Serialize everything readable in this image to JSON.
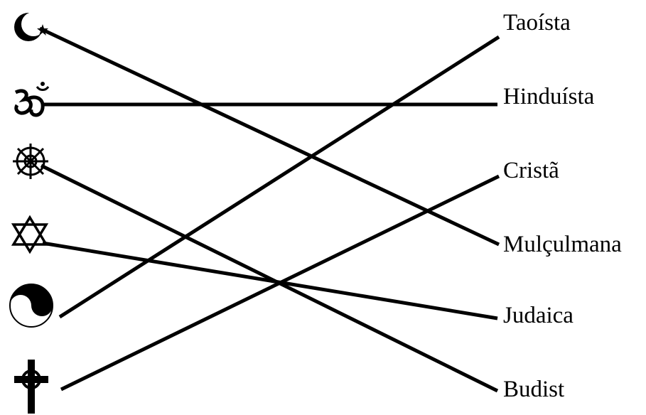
{
  "symbols": [
    {
      "id": "islam",
      "icon": "crescent-star-icon"
    },
    {
      "id": "hindu",
      "icon": "om-icon"
    },
    {
      "id": "buddhist",
      "icon": "dharma-wheel-icon"
    },
    {
      "id": "jewish",
      "icon": "star-of-david-icon"
    },
    {
      "id": "taoist",
      "icon": "yin-yang-icon"
    },
    {
      "id": "christian",
      "icon": "celtic-cross-icon"
    }
  ],
  "labels": [
    {
      "id": "taoista",
      "text": "Taoísta"
    },
    {
      "id": "hinduista",
      "text": "Hinduísta"
    },
    {
      "id": "crista",
      "text": "Cristã"
    },
    {
      "id": "mulculmana",
      "text": "Mulçulmana"
    },
    {
      "id": "judaica",
      "text": "Judaica"
    },
    {
      "id": "budist",
      "text": "Budist"
    }
  ],
  "connections": [
    {
      "symbol": "islam",
      "label": "mulculmana"
    },
    {
      "symbol": "hindu",
      "label": "hinduista"
    },
    {
      "symbol": "buddhist",
      "label": "budist"
    },
    {
      "symbol": "jewish",
      "label": "judaica"
    },
    {
      "symbol": "taoist",
      "label": "taoista"
    },
    {
      "symbol": "christian",
      "label": "crista"
    }
  ],
  "colors": {
    "ink": "#000000",
    "background": "#ffffff"
  }
}
